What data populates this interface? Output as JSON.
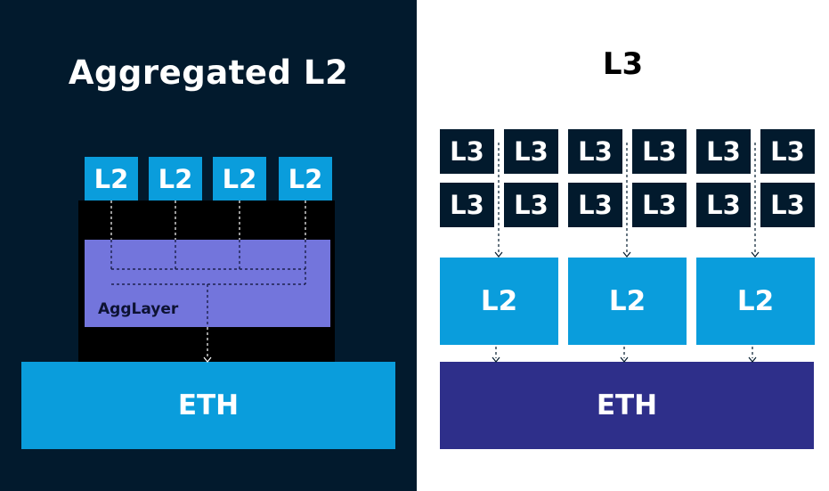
{
  "left": {
    "title": "Aggregated L2",
    "l2_boxes": [
      "L2",
      "L2",
      "L2",
      "L2"
    ],
    "agglayer_label": "AggLayer",
    "eth_label": "ETH"
  },
  "right": {
    "title": "L3",
    "l3_rows": [
      [
        "L3",
        "L3",
        "L3",
        "L3",
        "L3",
        "L3"
      ],
      [
        "L3",
        "L3",
        "L3",
        "L3",
        "L3",
        "L3"
      ]
    ],
    "l2_boxes": [
      "L2",
      "L2",
      "L2"
    ],
    "eth_label": "ETH"
  },
  "colors": {
    "dark_navy": "#021a2d",
    "light_blue": "#0a9ddc",
    "agglayer_purple": "#7375dc",
    "eth_right_purple": "#2e2f8a"
  }
}
